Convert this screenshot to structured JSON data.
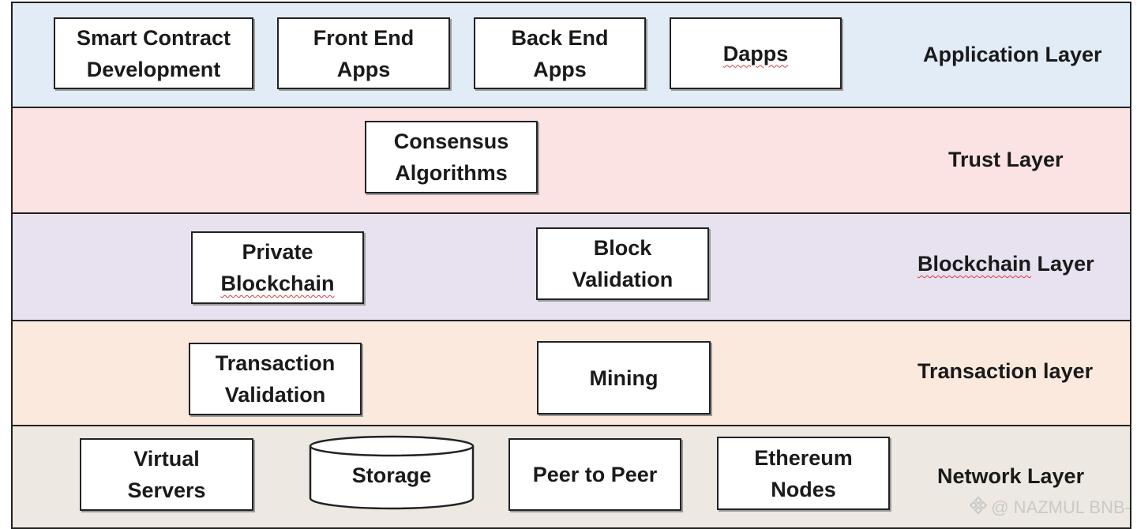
{
  "colors": {
    "application_bg": "#e2ecf6",
    "trust_bg": "#fbe3e3",
    "blockchain_bg": "#e8e2f0",
    "transaction_bg": "#fbe9de",
    "network_bg": "#ede9e2",
    "border": "#222222",
    "spellcheck": "#d93a3a"
  },
  "layers": {
    "application": {
      "label": "Application Layer",
      "boxes": [
        "Smart Contract\nDevelopment",
        "Front End\nApps",
        "Back End\nApps",
        "Dapps"
      ]
    },
    "trust": {
      "label": "Trust Layer",
      "boxes": [
        "Consensus\nAlgorithms"
      ]
    },
    "blockchain": {
      "label_prefix": "Blockchain",
      "label_suffix": " Layer",
      "boxes": {
        "private_line1": "Private",
        "private_line2": "Blockchain",
        "block_validation": "Block\nValidation"
      }
    },
    "transaction": {
      "label": "Transaction layer",
      "boxes": [
        "Transaction\nValidation",
        "Mining"
      ]
    },
    "network": {
      "label": "Network Layer",
      "boxes": {
        "virtual_servers": "Virtual\nServers",
        "storage": "Storage",
        "peer_to_peer": "Peer to Peer",
        "ethereum_nodes": "Ethereum\nNodes"
      }
    }
  },
  "watermark": {
    "icon": "binance-diamond-icon",
    "text": "@ NAZMUL BNB-"
  }
}
